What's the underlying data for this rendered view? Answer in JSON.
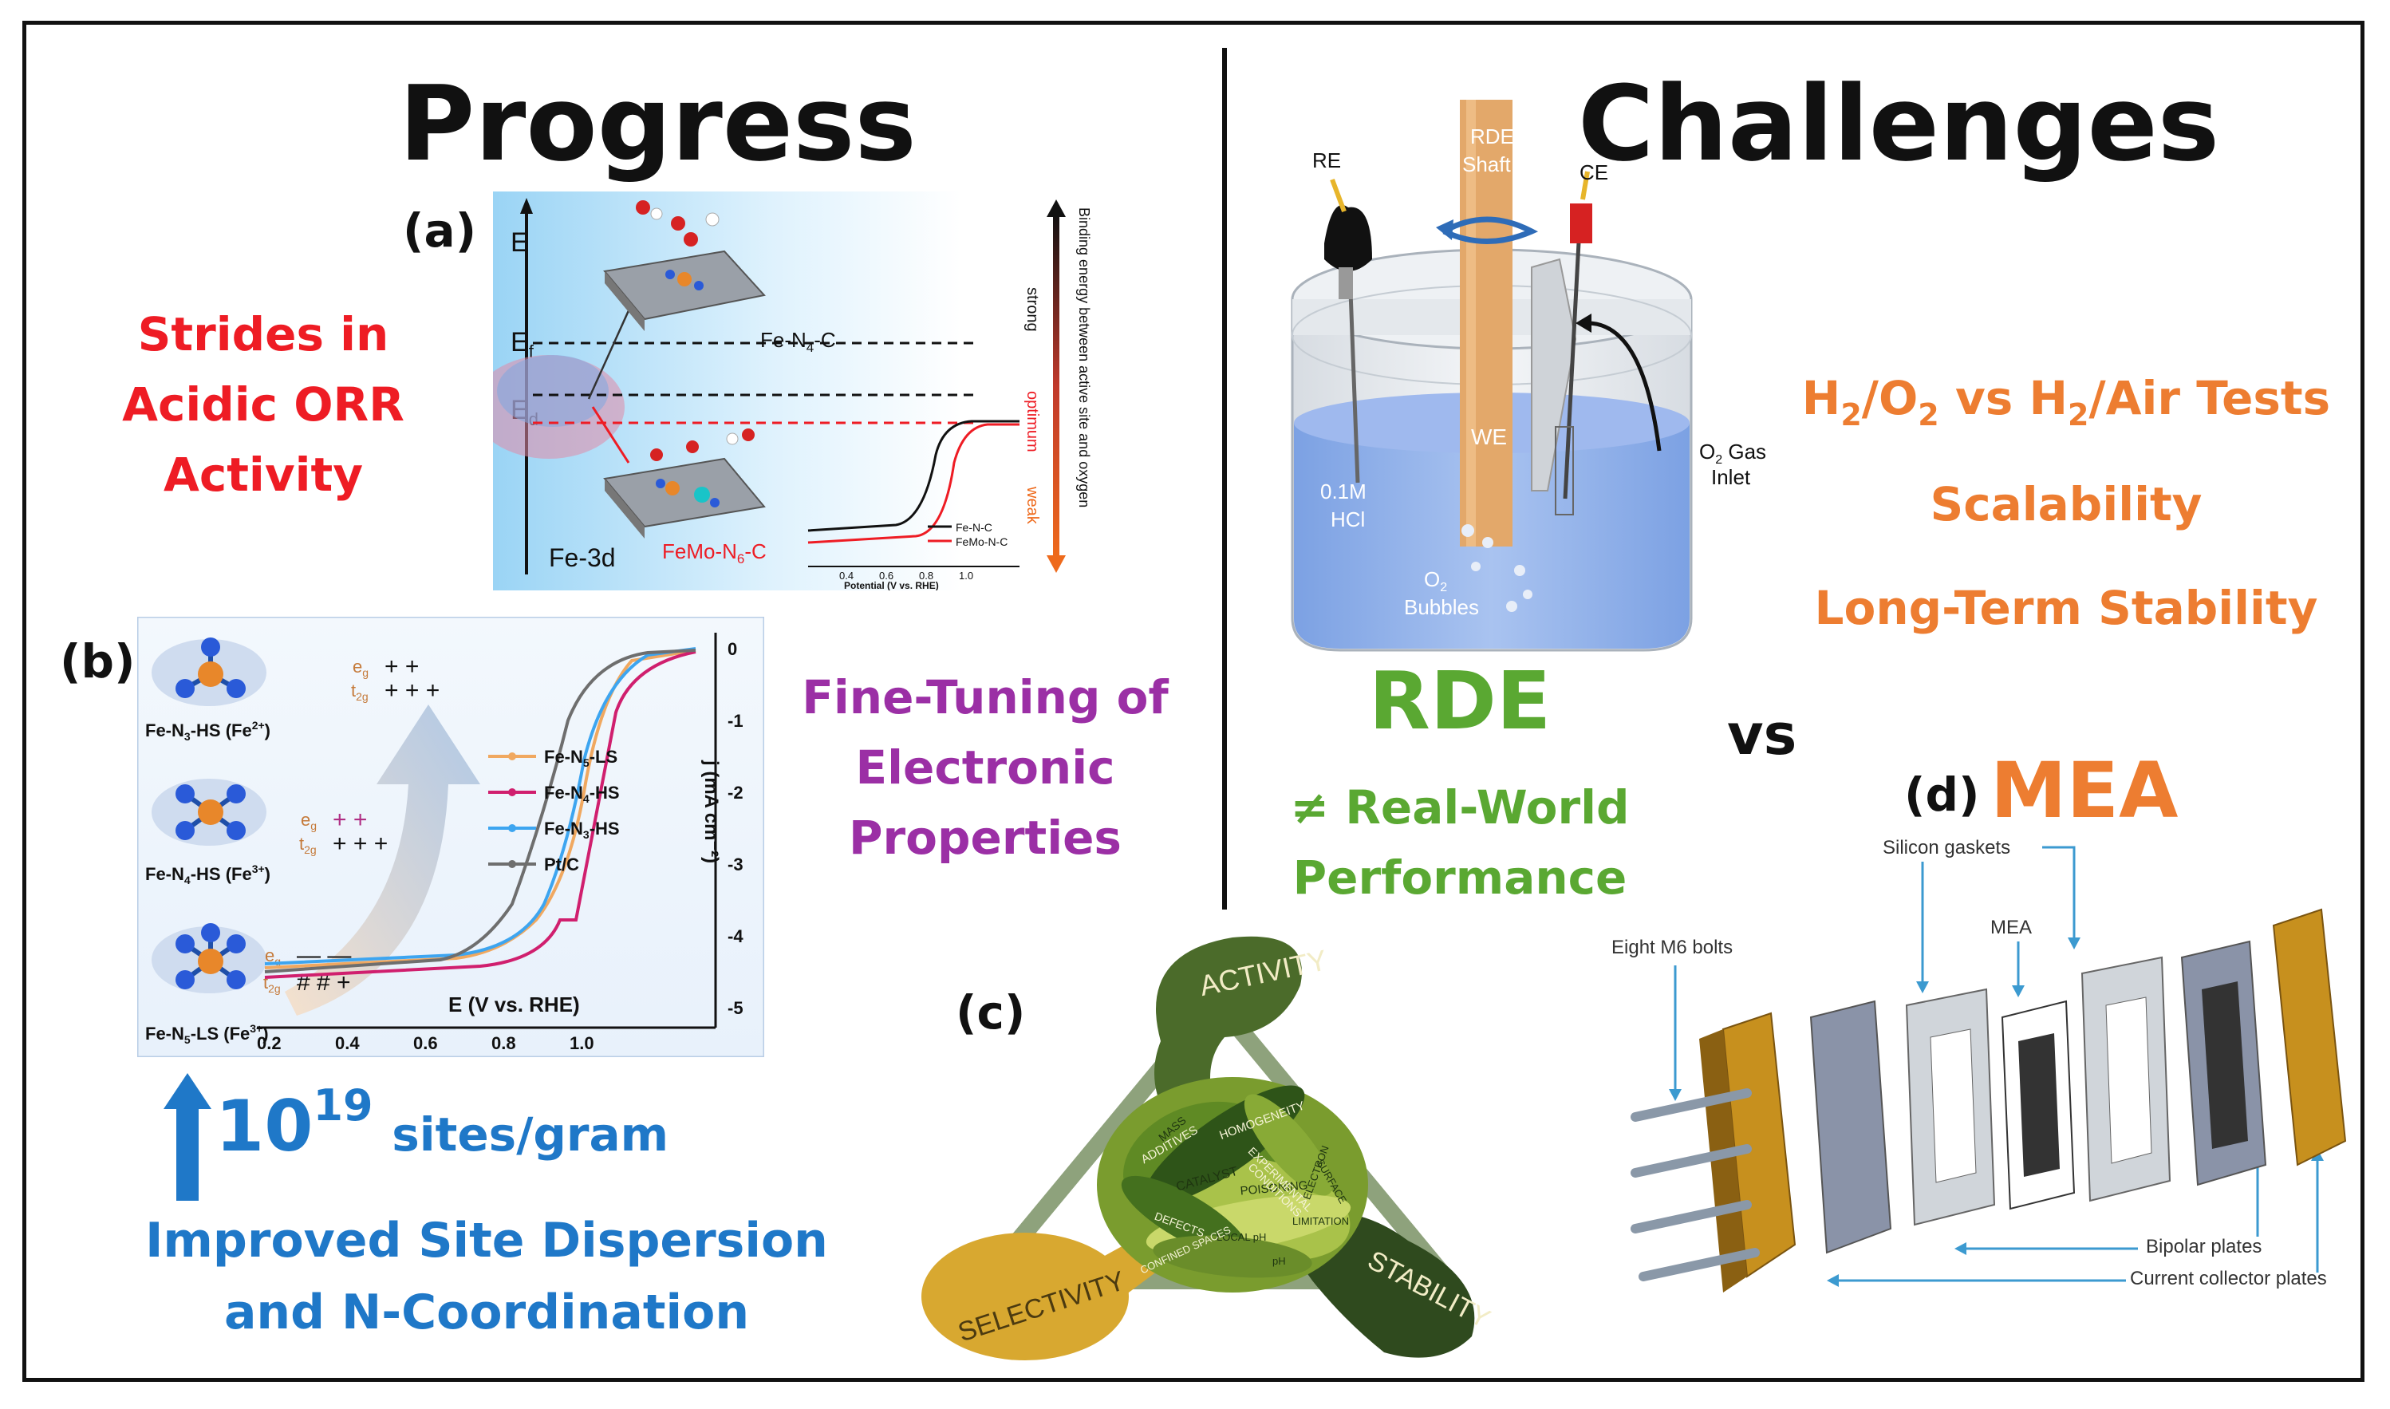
{
  "left": {
    "title": "Progress",
    "strides": [
      "Strides in",
      "Acidic ORR",
      "Activity"
    ],
    "finetuning": [
      "Fine-Tuning of",
      "Electronic",
      "Properties"
    ],
    "sites_base": "10",
    "sites_exp": "19",
    "sites_unit": "sites/gram",
    "dispersion": [
      "Improved Site Dispersion",
      "and N-Coordination"
    ]
  },
  "right": {
    "title": "Challenges",
    "tests_h2": "H",
    "tests_label": "H2/O2 vs H2/Air Tests",
    "tests_parts": [
      "H",
      "2",
      "/O",
      "2",
      " vs H",
      "2",
      "/Air Tests"
    ],
    "scalability": "Scalability",
    "stability": "Long-Term Stability",
    "rde": "RDE",
    "real_world": [
      "≠ Real-World",
      "Performance"
    ],
    "vs": "vs",
    "mea": "MEA"
  },
  "panel_a": {
    "label": "(a)",
    "e_axis": "E",
    "ef": "E",
    "ef_sub": "f",
    "ed": "E",
    "ed_sub": "d",
    "fe3d": "Fe-3d",
    "top_site": "Fe-N",
    "top_site_sub": "4",
    "top_site_end": "-C",
    "bottom_site": "FeMo-N",
    "bottom_site_sub": "6",
    "bottom_site_end": "-C",
    "strong": "strong",
    "optimum": "optimum",
    "weak": "weak",
    "binding": "Binding energy between active site and oxygen",
    "legend": [
      "Fe-N-C",
      "FeMo-N-C"
    ],
    "x_ticks": [
      "0.4",
      "0.6",
      "0.8",
      "1.0"
    ],
    "x_axis": "Potential (V vs. RHE)"
  },
  "panel_b": {
    "label": "(b)",
    "species": [
      "Fe-N3-HS (Fe2+)",
      "Fe-N4-HS (Fe3+)",
      "Fe-N5-LS (Fe3+)"
    ],
    "species_parts": [
      [
        "Fe-N",
        "3",
        "-HS (Fe",
        "2+",
        ")"
      ],
      [
        "Fe-N",
        "4",
        "-HS (Fe",
        "3+",
        ")"
      ],
      [
        "Fe-N",
        "5",
        "-LS (Fe",
        "3+",
        ")"
      ]
    ],
    "eg": "e",
    "eg_sub": "g",
    "t2g": "t",
    "t2g_sub": "2g",
    "legend": [
      "Fe-N5-LS",
      "Fe-N4-HS",
      "Fe-N3-HS",
      "Pt/C"
    ],
    "legend_parts": [
      [
        "Fe-N",
        "5",
        "-LS"
      ],
      [
        "Fe-N",
        "4",
        "-HS"
      ],
      [
        "Fe-N",
        "3",
        "-HS"
      ],
      [
        "Pt/C",
        "",
        ""
      ]
    ],
    "x_label": "E (V vs. RHE)",
    "x_ticks": [
      "0.2",
      "0.4",
      "0.6",
      "0.8",
      "1.0"
    ],
    "y_label": "j (mA cm⁻²)",
    "y_ticks": [
      "0",
      "-1",
      "-2",
      "-3",
      "-4",
      "-5"
    ]
  },
  "panel_c": {
    "label": "(c)",
    "activity": "ACTIVITY",
    "selectivity": "SELECTIVITY",
    "stability": "STABILITY",
    "knot_words": [
      "ADDITIVES",
      "HOMOGENEITY",
      "CATALYST",
      "POISONING",
      "DEFECTS",
      "EXPERIMENTAL",
      "CONDITIONS",
      "LIMITATION",
      "LOCAL pH",
      "MASS",
      "SURFACE",
      "CONFINED SPACES",
      "ELECTRON",
      "pH"
    ]
  },
  "panel_d": {
    "label": "(d)",
    "gaskets": "Silicon gaskets",
    "mea": "MEA",
    "bolts": "Eight M6 bolts",
    "bipolar": "Bipolar plates",
    "collector": "Current collector plates"
  },
  "rde_cell": {
    "re": "RE",
    "ce": "CE",
    "shaft": [
      "RDE",
      "Shaft"
    ],
    "we": "WE",
    "electrolyte": [
      "0.1M",
      "HCl"
    ],
    "bubbles": [
      "O2",
      "Bubbles"
    ],
    "bubbles_parts": [
      "O",
      "2",
      "Bubbles"
    ],
    "inlet": [
      "O2 Gas",
      "Inlet"
    ],
    "inlet_parts": [
      "O",
      "2",
      " Gas",
      "Inlet"
    ]
  },
  "colors": {
    "red": "#ee1c24",
    "orange": "#ed7d31",
    "purple": "#9b2fa5",
    "blue": "#1f78c8",
    "green": "#5aa832",
    "black": "#111111"
  }
}
